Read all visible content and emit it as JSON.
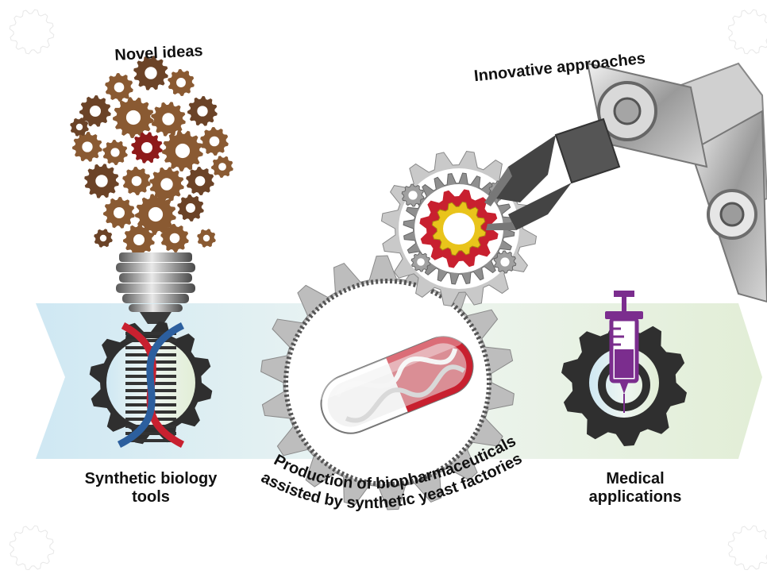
{
  "labels": {
    "novel_ideas": "Novel ideas",
    "innovative_approaches": "Innovative approaches",
    "synthetic_biology_tools_line1": "Synthetic biology",
    "synthetic_biology_tools_line2": "tools",
    "medical_applications_line1": "Medical",
    "medical_applications_line2": "applications",
    "production_line1": "Production of biopharmaceuticals",
    "production_line2": "assisted by synthetic yeast factories"
  },
  "colors": {
    "arrow_start": "#d7ecf5",
    "arrow_end": "#e4efd9",
    "gear_dark": "#2f2f2f",
    "gear_grey": "#bdbdbd",
    "bronze": "#8a5a32",
    "dna_red": "#c8202f",
    "dna_blue": "#2c5f9e",
    "syringe_purple": "#7b2d8e",
    "capsule_red": "#c8202f",
    "yellow_gear": "#e9c41b"
  },
  "icons": [
    "gear-bulb-icon",
    "dna-gear-icon",
    "big-gear-capsule-icon",
    "robot-arm-icon",
    "syringe-gear-icon",
    "corner-gear-icon"
  ]
}
